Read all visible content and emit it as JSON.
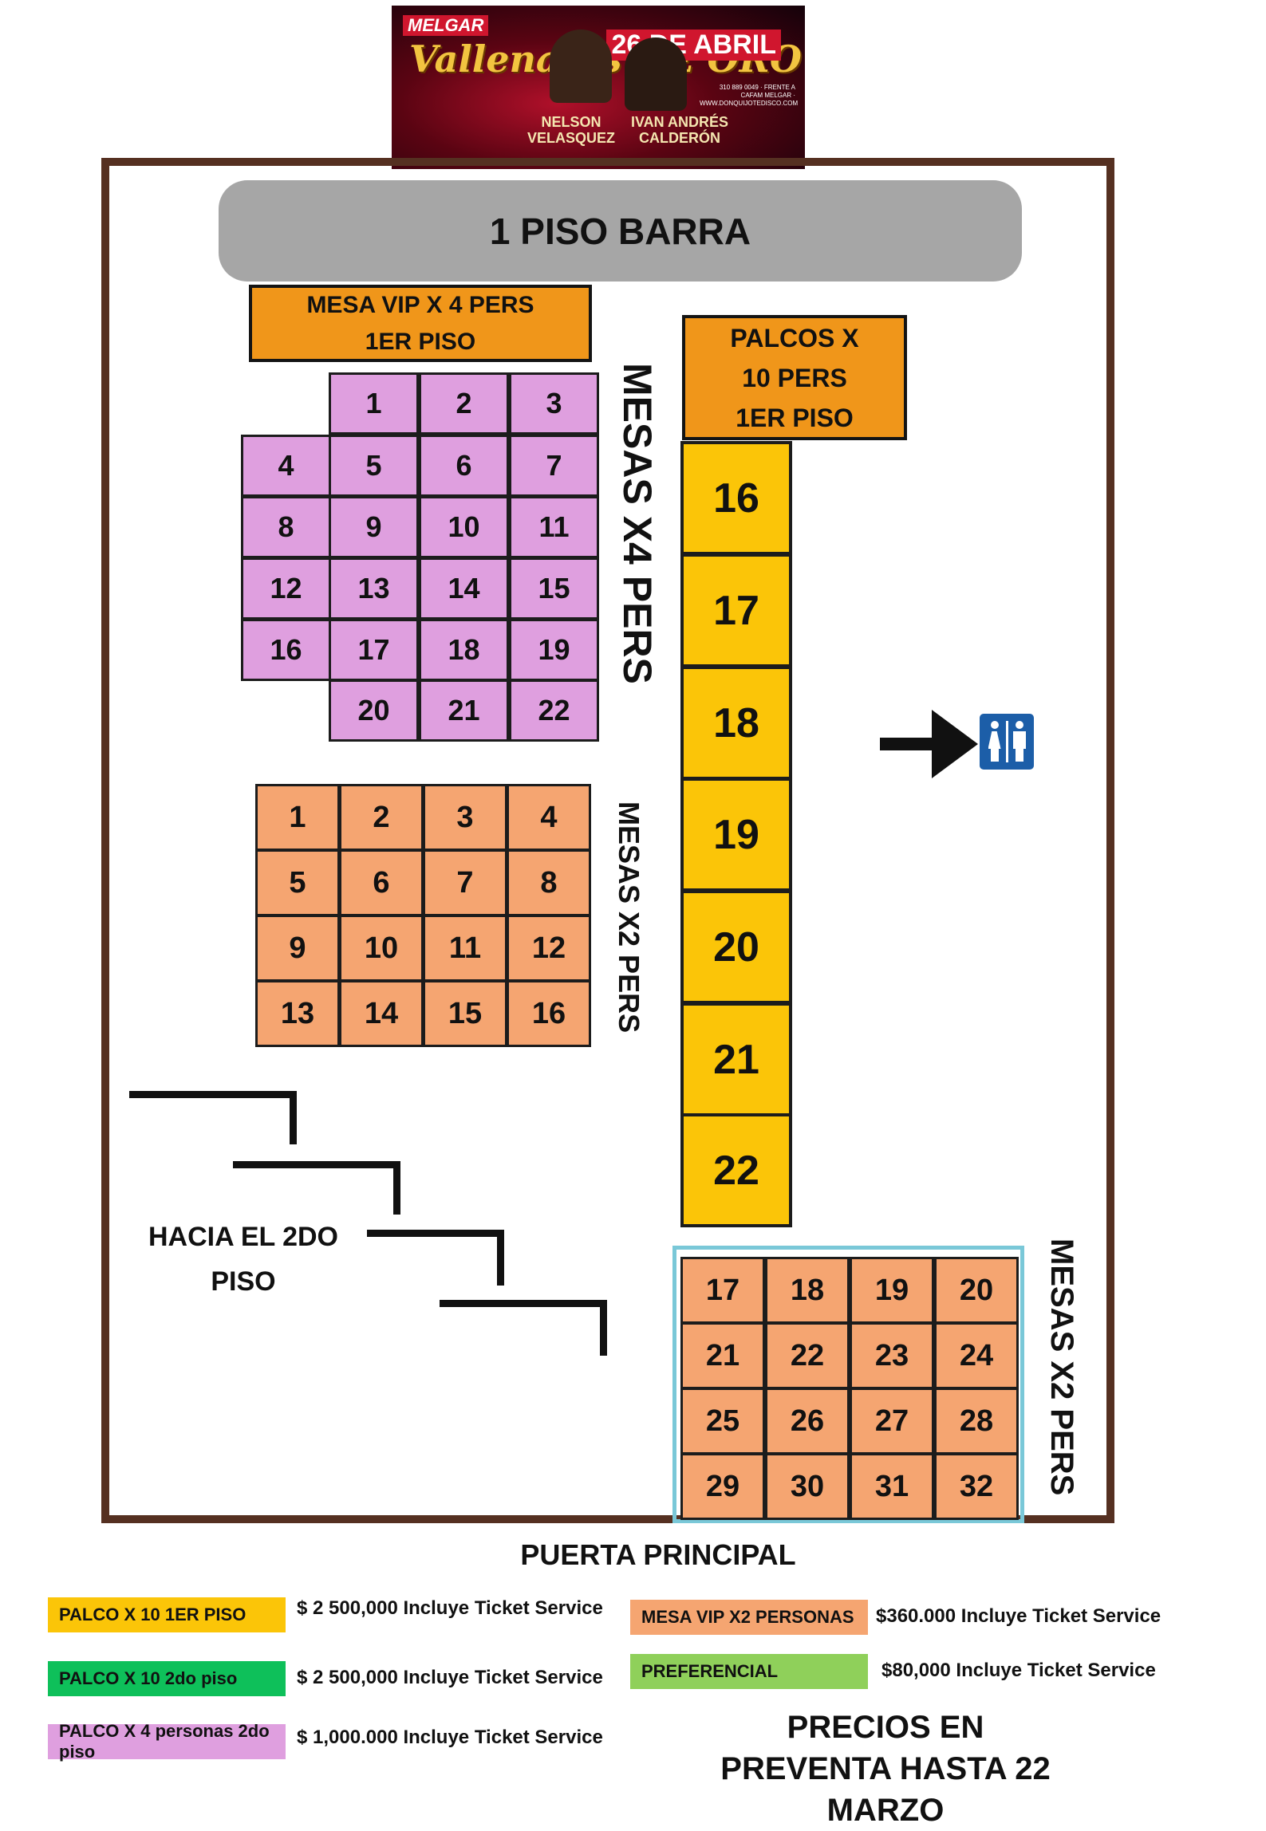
{
  "banner": {
    "brand": "MELGAR",
    "event": "Vallenatos DE ORO",
    "date": "26 DE ABRIL",
    "artist_1": "NELSON VELASQUEZ",
    "artist_2": "IVAN ANDRÉS CALDERÓN",
    "info": "310 889 0049 · FRENTE A CAFAM MELGAR · WWW.DONQUIJOTEDISCO.COM"
  },
  "areas": {
    "barra": "1 PISO BARRA",
    "vip_header": [
      "MESA VIP X  4 PERS",
      "1ER PISO"
    ],
    "palcos_header": [
      "PALCOS X",
      "10 PERS",
      "1ER PISO"
    ],
    "label_x4": "MESAS X4 PERS",
    "label_x2_left": "MESAS X2 PERS",
    "label_x2_right": "MESAS X2 PERS",
    "stairs": [
      "HACIA EL 2DO",
      "PISO"
    ],
    "entrance": "PUERTA PRINCIPAL"
  },
  "tables": {
    "x4": [
      "1",
      "2",
      "3",
      "4",
      "5",
      "6",
      "7",
      "8",
      "9",
      "10",
      "11",
      "12",
      "13",
      "14",
      "15",
      "16",
      "17",
      "18",
      "19",
      "20",
      "21",
      "22"
    ],
    "x2_left": [
      "1",
      "2",
      "3",
      "4",
      "5",
      "6",
      "7",
      "8",
      "9",
      "10",
      "11",
      "12",
      "13",
      "14",
      "15",
      "16"
    ],
    "palcos": [
      "16",
      "17",
      "18",
      "19",
      "20",
      "21",
      "22"
    ],
    "x2_right": [
      "17",
      "18",
      "19",
      "20",
      "21",
      "22",
      "23",
      "24",
      "25",
      "26",
      "27",
      "28",
      "29",
      "30",
      "31",
      "32"
    ]
  },
  "restroom_icon": "restroom-icon",
  "legend": [
    {
      "label": "PALCO X 10 1ER PISO",
      "price": "$ 2 500,000 Incluye Ticket Service",
      "color": "#fbc508"
    },
    {
      "label": "PALCO  X 10 2do piso",
      "price": "$ 2 500,000 Incluye Ticket Service",
      "color": "#0ec05a"
    },
    {
      "label": "PALCO  X 4 personas 2do piso",
      "price": "$ 1,000.000 Incluye Ticket Service",
      "color": "#df9fdf"
    },
    {
      "label": "MESA VIP X2 PERSONAS",
      "price": "$360.000 Incluye Ticket Service",
      "color": "#f5a571"
    },
    {
      "label": "PREFERENCIAL",
      "price": "$80,000 Incluye Ticket Service",
      "color": "#8fd05a"
    }
  ],
  "preventa": "PRECIOS EN PREVENTA HASTA 22 MARZO",
  "colors": {
    "venue_border": "#553021",
    "barra": "#a6a6a6",
    "x4": "#df9fdf",
    "x2": "#f5a571",
    "palcos": "#fbc508",
    "header": "#f0961a",
    "restroom": "#1c5ea8"
  }
}
